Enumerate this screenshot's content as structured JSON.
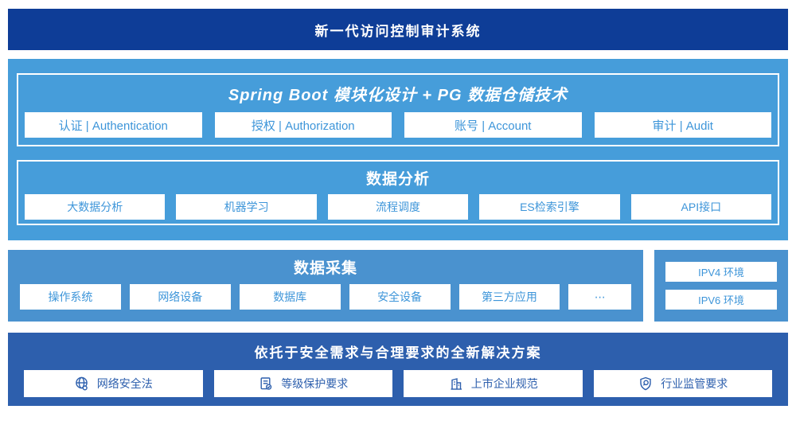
{
  "banner": {
    "title": "新一代访问控制审计系统"
  },
  "platform": {
    "title": "Spring Boot 模块化设计 + PG 数据仓储技术",
    "modules": [
      "认证 | Authentication",
      "授权 | Authorization",
      "账号 | Account",
      "审计 | Audit"
    ],
    "analysis": {
      "title": "数据分析",
      "items": [
        "大数据分析",
        "机器学习",
        "流程调度",
        "ES检索引擎",
        "API接口"
      ]
    }
  },
  "collection": {
    "title": "数据采集",
    "items": [
      "操作系统",
      "网络设备",
      "数据库",
      "安全设备",
      "第三方应用",
      "⋯"
    ],
    "environments": [
      "IPV4 环境",
      "IPV6 环境"
    ]
  },
  "solution": {
    "title": "依托于安全需求与合理要求的全新解决方案",
    "items": [
      {
        "icon": "globe-icon",
        "label": "网络安全法"
      },
      {
        "icon": "document-check-icon",
        "label": "等级保护要求"
      },
      {
        "icon": "building-icon",
        "label": "上市企业规范"
      },
      {
        "icon": "shield-magnifier-icon",
        "label": "行业监管要求"
      }
    ]
  },
  "colors": {
    "banner_bg": "#0e3d97",
    "platform_bg": "#469dda",
    "collection_bg": "#4a92cf",
    "solution_bg": "#2d5fad",
    "box_text_blue": "#3d95d9",
    "white": "#ffffff"
  }
}
